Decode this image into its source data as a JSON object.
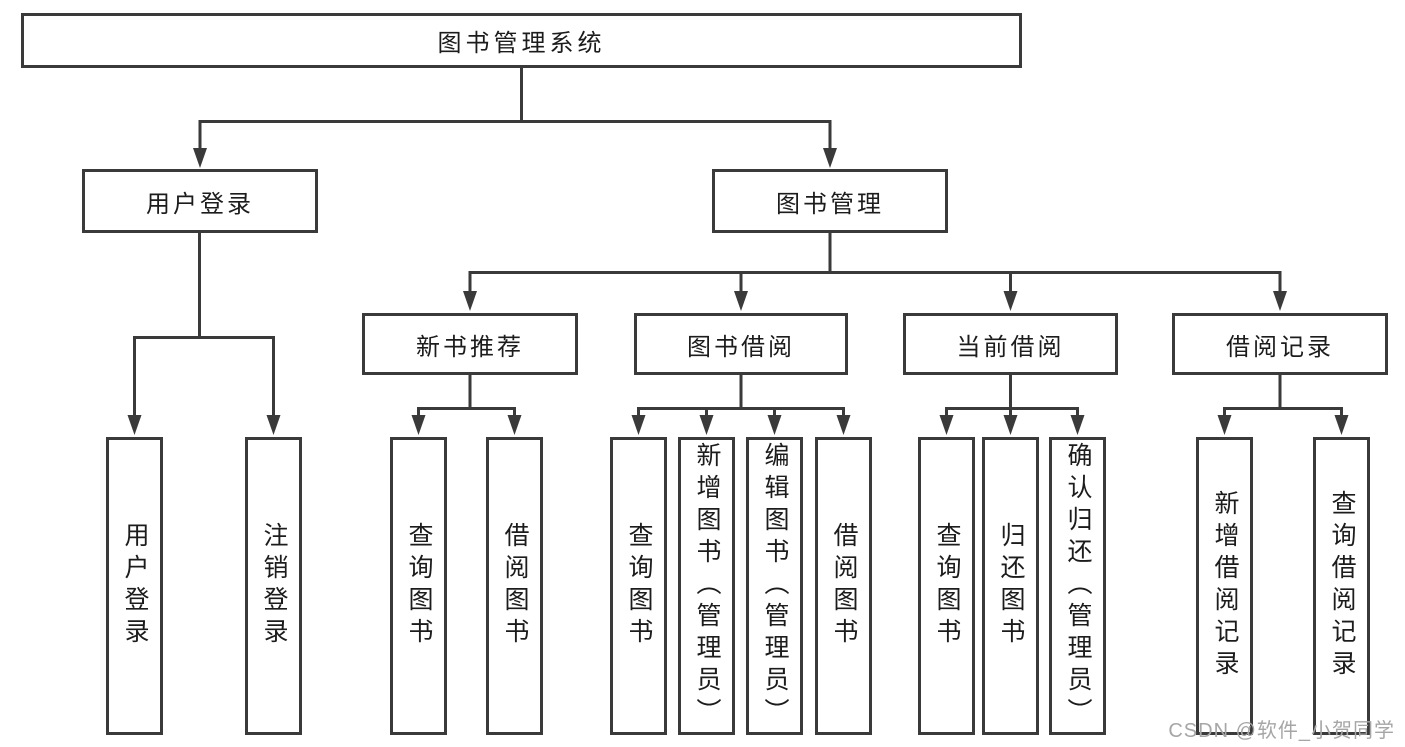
{
  "tree": {
    "label": "图书管理系统",
    "children": [
      {
        "label": "用户登录",
        "children": [
          {
            "label": "用户登录"
          },
          {
            "label": "注销登录"
          }
        ]
      },
      {
        "label": "图书管理",
        "children": [
          {
            "label": "新书推荐",
            "children": [
              {
                "label": "查询图书"
              },
              {
                "label": "借阅图书"
              }
            ]
          },
          {
            "label": "图书借阅",
            "children": [
              {
                "label": "查询图书"
              },
              {
                "label": "新增图书（管理员）"
              },
              {
                "label": "编辑图书（管理员）"
              },
              {
                "label": "借阅图书"
              }
            ]
          },
          {
            "label": "当前借阅",
            "children": [
              {
                "label": "查询图书"
              },
              {
                "label": "归还图书"
              },
              {
                "label": "确认归还（管理员）"
              }
            ]
          },
          {
            "label": "借阅记录",
            "children": [
              {
                "label": "新增借阅记录"
              },
              {
                "label": "查询借阅记录"
              }
            ]
          }
        ]
      }
    ]
  },
  "watermark": {
    "text": "CSDN @软件_小贺同学"
  },
  "colors": {
    "line": "#3a3a3a",
    "text": "#1c1c1c",
    "watermark": "#a6a6a6",
    "background": "#ffffff"
  }
}
